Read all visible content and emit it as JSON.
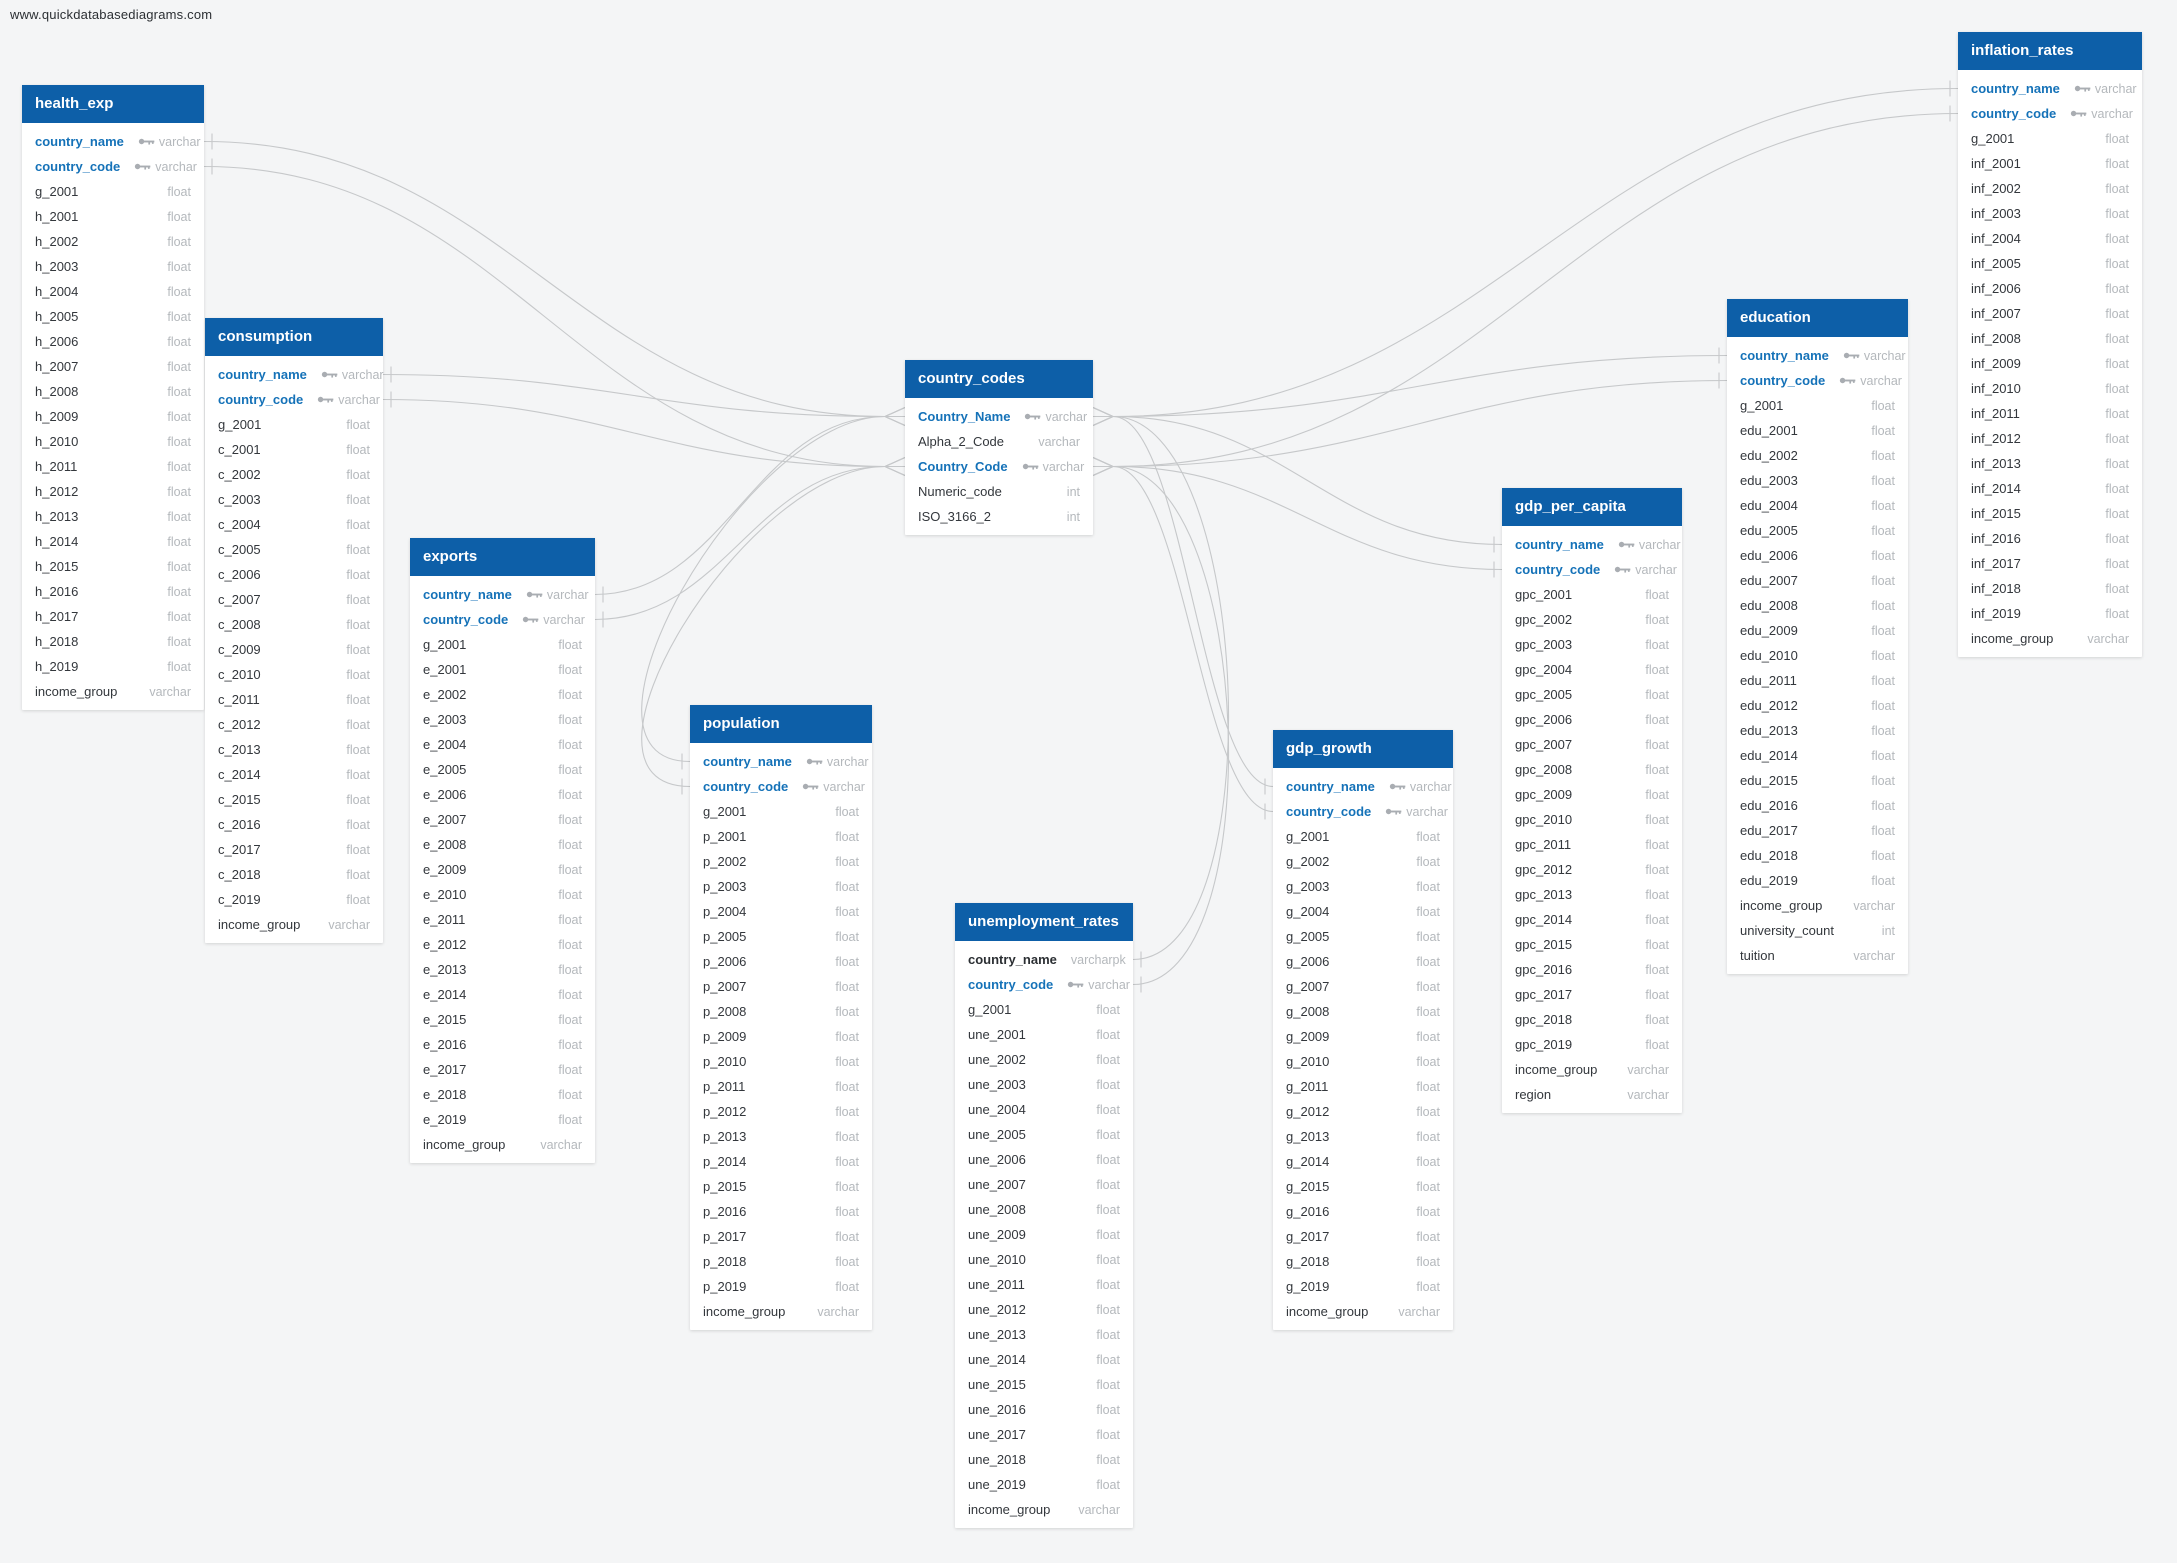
{
  "watermark": "www.quickdatabasediagrams.com",
  "colors": {
    "background": "#f4f5f6",
    "table_header": "#0d5fa8",
    "key_field_text": "#1572b8",
    "field_text": "#33373c",
    "type_text": "#b4b8bc",
    "relationship_line": "#c6c8ca",
    "key_icon": "#a9adb2"
  },
  "tables": [
    {
      "id": "health_exp",
      "title": "health_exp",
      "fields": [
        {
          "name": "country_name",
          "type": "varchar",
          "key": true
        },
        {
          "name": "country_code",
          "type": "varchar",
          "key": true
        },
        {
          "name": "g_2001",
          "type": "float"
        },
        {
          "name": "h_2001",
          "type": "float"
        },
        {
          "name": "h_2002",
          "type": "float"
        },
        {
          "name": "h_2003",
          "type": "float"
        },
        {
          "name": "h_2004",
          "type": "float"
        },
        {
          "name": "h_2005",
          "type": "float"
        },
        {
          "name": "h_2006",
          "type": "float"
        },
        {
          "name": "h_2007",
          "type": "float"
        },
        {
          "name": "h_2008",
          "type": "float"
        },
        {
          "name": "h_2009",
          "type": "float"
        },
        {
          "name": "h_2010",
          "type": "float"
        },
        {
          "name": "h_2011",
          "type": "float"
        },
        {
          "name": "h_2012",
          "type": "float"
        },
        {
          "name": "h_2013",
          "type": "float"
        },
        {
          "name": "h_2014",
          "type": "float"
        },
        {
          "name": "h_2015",
          "type": "float"
        },
        {
          "name": "h_2016",
          "type": "float"
        },
        {
          "name": "h_2017",
          "type": "float"
        },
        {
          "name": "h_2018",
          "type": "float"
        },
        {
          "name": "h_2019",
          "type": "float"
        },
        {
          "name": "income_group",
          "type": "varchar"
        }
      ]
    },
    {
      "id": "consumption",
      "title": "consumption",
      "fields": [
        {
          "name": "country_name",
          "type": "varchar",
          "key": true
        },
        {
          "name": "country_code",
          "type": "varchar",
          "key": true
        },
        {
          "name": "g_2001",
          "type": "float"
        },
        {
          "name": "c_2001",
          "type": "float"
        },
        {
          "name": "c_2002",
          "type": "float"
        },
        {
          "name": "c_2003",
          "type": "float"
        },
        {
          "name": "c_2004",
          "type": "float"
        },
        {
          "name": "c_2005",
          "type": "float"
        },
        {
          "name": "c_2006",
          "type": "float"
        },
        {
          "name": "c_2007",
          "type": "float"
        },
        {
          "name": "c_2008",
          "type": "float"
        },
        {
          "name": "c_2009",
          "type": "float"
        },
        {
          "name": "c_2010",
          "type": "float"
        },
        {
          "name": "c_2011",
          "type": "float"
        },
        {
          "name": "c_2012",
          "type": "float"
        },
        {
          "name": "c_2013",
          "type": "float"
        },
        {
          "name": "c_2014",
          "type": "float"
        },
        {
          "name": "c_2015",
          "type": "float"
        },
        {
          "name": "c_2016",
          "type": "float"
        },
        {
          "name": "c_2017",
          "type": "float"
        },
        {
          "name": "c_2018",
          "type": "float"
        },
        {
          "name": "c_2019",
          "type": "float"
        },
        {
          "name": "income_group",
          "type": "varchar"
        }
      ]
    },
    {
      "id": "exports",
      "title": "exports",
      "fields": [
        {
          "name": "country_name",
          "type": "varchar",
          "key": true
        },
        {
          "name": "country_code",
          "type": "varchar",
          "key": true
        },
        {
          "name": "g_2001",
          "type": "float"
        },
        {
          "name": "e_2001",
          "type": "float"
        },
        {
          "name": "e_2002",
          "type": "float"
        },
        {
          "name": "e_2003",
          "type": "float"
        },
        {
          "name": "e_2004",
          "type": "float"
        },
        {
          "name": "e_2005",
          "type": "float"
        },
        {
          "name": "e_2006",
          "type": "float"
        },
        {
          "name": "e_2007",
          "type": "float"
        },
        {
          "name": "e_2008",
          "type": "float"
        },
        {
          "name": "e_2009",
          "type": "float"
        },
        {
          "name": "e_2010",
          "type": "float"
        },
        {
          "name": "e_2011",
          "type": "float"
        },
        {
          "name": "e_2012",
          "type": "float"
        },
        {
          "name": "e_2013",
          "type": "float"
        },
        {
          "name": "e_2014",
          "type": "float"
        },
        {
          "name": "e_2015",
          "type": "float"
        },
        {
          "name": "e_2016",
          "type": "float"
        },
        {
          "name": "e_2017",
          "type": "float"
        },
        {
          "name": "e_2018",
          "type": "float"
        },
        {
          "name": "e_2019",
          "type": "float"
        },
        {
          "name": "income_group",
          "type": "varchar"
        }
      ]
    },
    {
      "id": "population",
      "title": "population",
      "fields": [
        {
          "name": "country_name",
          "type": "varchar",
          "key": true
        },
        {
          "name": "country_code",
          "type": "varchar",
          "key": true
        },
        {
          "name": "g_2001",
          "type": "float"
        },
        {
          "name": "p_2001",
          "type": "float"
        },
        {
          "name": "p_2002",
          "type": "float"
        },
        {
          "name": "p_2003",
          "type": "float"
        },
        {
          "name": "p_2004",
          "type": "float"
        },
        {
          "name": "p_2005",
          "type": "float"
        },
        {
          "name": "p_2006",
          "type": "float"
        },
        {
          "name": "p_2007",
          "type": "float"
        },
        {
          "name": "p_2008",
          "type": "float"
        },
        {
          "name": "p_2009",
          "type": "float"
        },
        {
          "name": "p_2010",
          "type": "float"
        },
        {
          "name": "p_2011",
          "type": "float"
        },
        {
          "name": "p_2012",
          "type": "float"
        },
        {
          "name": "p_2013",
          "type": "float"
        },
        {
          "name": "p_2014",
          "type": "float"
        },
        {
          "name": "p_2015",
          "type": "float"
        },
        {
          "name": "p_2016",
          "type": "float"
        },
        {
          "name": "p_2017",
          "type": "float"
        },
        {
          "name": "p_2018",
          "type": "float"
        },
        {
          "name": "p_2019",
          "type": "float"
        },
        {
          "name": "income_group",
          "type": "varchar"
        }
      ]
    },
    {
      "id": "country_codes",
      "title": "country_codes",
      "fields": [
        {
          "name": "Country_Name",
          "type": "varchar",
          "key": true
        },
        {
          "name": "Alpha_2_Code",
          "type": "varchar"
        },
        {
          "name": "Country_Code",
          "type": "varchar",
          "key": true
        },
        {
          "name": "Numeric_code",
          "type": "int"
        },
        {
          "name": "ISO_3166_2",
          "type": "int"
        }
      ]
    },
    {
      "id": "unemployment_rates",
      "title": "unemployment_rates",
      "fields": [
        {
          "name": "country_name",
          "type": "varcharpk",
          "bold": true
        },
        {
          "name": "country_code",
          "type": "varchar",
          "key": true
        },
        {
          "name": "g_2001",
          "type": "float"
        },
        {
          "name": "une_2001",
          "type": "float"
        },
        {
          "name": "une_2002",
          "type": "float"
        },
        {
          "name": "une_2003",
          "type": "float"
        },
        {
          "name": "une_2004",
          "type": "float"
        },
        {
          "name": "une_2005",
          "type": "float"
        },
        {
          "name": "une_2006",
          "type": "float"
        },
        {
          "name": "une_2007",
          "type": "float"
        },
        {
          "name": "une_2008",
          "type": "float"
        },
        {
          "name": "une_2009",
          "type": "float"
        },
        {
          "name": "une_2010",
          "type": "float"
        },
        {
          "name": "une_2011",
          "type": "float"
        },
        {
          "name": "une_2012",
          "type": "float"
        },
        {
          "name": "une_2013",
          "type": "float"
        },
        {
          "name": "une_2014",
          "type": "float"
        },
        {
          "name": "une_2015",
          "type": "float"
        },
        {
          "name": "une_2016",
          "type": "float"
        },
        {
          "name": "une_2017",
          "type": "float"
        },
        {
          "name": "une_2018",
          "type": "float"
        },
        {
          "name": "une_2019",
          "type": "float"
        },
        {
          "name": "income_group",
          "type": "varchar"
        }
      ]
    },
    {
      "id": "gdp_growth",
      "title": "gdp_growth",
      "fields": [
        {
          "name": "country_name",
          "type": "varchar",
          "key": true
        },
        {
          "name": "country_code",
          "type": "varchar",
          "key": true
        },
        {
          "name": "g_2001",
          "type": "float"
        },
        {
          "name": "g_2002",
          "type": "float"
        },
        {
          "name": "g_2003",
          "type": "float"
        },
        {
          "name": "g_2004",
          "type": "float"
        },
        {
          "name": "g_2005",
          "type": "float"
        },
        {
          "name": "g_2006",
          "type": "float"
        },
        {
          "name": "g_2007",
          "type": "float"
        },
        {
          "name": "g_2008",
          "type": "float"
        },
        {
          "name": "g_2009",
          "type": "float"
        },
        {
          "name": "g_2010",
          "type": "float"
        },
        {
          "name": "g_2011",
          "type": "float"
        },
        {
          "name": "g_2012",
          "type": "float"
        },
        {
          "name": "g_2013",
          "type": "float"
        },
        {
          "name": "g_2014",
          "type": "float"
        },
        {
          "name": "g_2015",
          "type": "float"
        },
        {
          "name": "g_2016",
          "type": "float"
        },
        {
          "name": "g_2017",
          "type": "float"
        },
        {
          "name": "g_2018",
          "type": "float"
        },
        {
          "name": "g_2019",
          "type": "float"
        },
        {
          "name": "income_group",
          "type": "varchar"
        }
      ]
    },
    {
      "id": "gdp_per_capita",
      "title": "gdp_per_capita",
      "fields": [
        {
          "name": "country_name",
          "type": "varchar",
          "key": true
        },
        {
          "name": "country_code",
          "type": "varchar",
          "key": true
        },
        {
          "name": "gpc_2001",
          "type": "float"
        },
        {
          "name": "gpc_2002",
          "type": "float"
        },
        {
          "name": "gpc_2003",
          "type": "float"
        },
        {
          "name": "gpc_2004",
          "type": "float"
        },
        {
          "name": "gpc_2005",
          "type": "float"
        },
        {
          "name": "gpc_2006",
          "type": "float"
        },
        {
          "name": "gpc_2007",
          "type": "float"
        },
        {
          "name": "gpc_2008",
          "type": "float"
        },
        {
          "name": "gpc_2009",
          "type": "float"
        },
        {
          "name": "gpc_2010",
          "type": "float"
        },
        {
          "name": "gpc_2011",
          "type": "float"
        },
        {
          "name": "gpc_2012",
          "type": "float"
        },
        {
          "name": "gpc_2013",
          "type": "float"
        },
        {
          "name": "gpc_2014",
          "type": "float"
        },
        {
          "name": "gpc_2015",
          "type": "float"
        },
        {
          "name": "gpc_2016",
          "type": "float"
        },
        {
          "name": "gpc_2017",
          "type": "float"
        },
        {
          "name": "gpc_2018",
          "type": "float"
        },
        {
          "name": "gpc_2019",
          "type": "float"
        },
        {
          "name": "income_group",
          "type": "varchar"
        },
        {
          "name": "region",
          "type": "varchar"
        }
      ]
    },
    {
      "id": "education",
      "title": "education",
      "fields": [
        {
          "name": "country_name",
          "type": "varchar",
          "key": true
        },
        {
          "name": "country_code",
          "type": "varchar",
          "key": true
        },
        {
          "name": "g_2001",
          "type": "float"
        },
        {
          "name": "edu_2001",
          "type": "float"
        },
        {
          "name": "edu_2002",
          "type": "float"
        },
        {
          "name": "edu_2003",
          "type": "float"
        },
        {
          "name": "edu_2004",
          "type": "float"
        },
        {
          "name": "edu_2005",
          "type": "float"
        },
        {
          "name": "edu_2006",
          "type": "float"
        },
        {
          "name": "edu_2007",
          "type": "float"
        },
        {
          "name": "edu_2008",
          "type": "float"
        },
        {
          "name": "edu_2009",
          "type": "float"
        },
        {
          "name": "edu_2010",
          "type": "float"
        },
        {
          "name": "edu_2011",
          "type": "float"
        },
        {
          "name": "edu_2012",
          "type": "float"
        },
        {
          "name": "edu_2013",
          "type": "float"
        },
        {
          "name": "edu_2014",
          "type": "float"
        },
        {
          "name": "edu_2015",
          "type": "float"
        },
        {
          "name": "edu_2016",
          "type": "float"
        },
        {
          "name": "edu_2017",
          "type": "float"
        },
        {
          "name": "edu_2018",
          "type": "float"
        },
        {
          "name": "edu_2019",
          "type": "float"
        },
        {
          "name": "income_group",
          "type": "varchar"
        },
        {
          "name": "university_count",
          "type": "int"
        },
        {
          "name": "tuition",
          "type": "varchar"
        }
      ]
    },
    {
      "id": "inflation_rates",
      "title": "inflation_rates",
      "fields": [
        {
          "name": "country_name",
          "type": "varchar",
          "key": true
        },
        {
          "name": "country_code",
          "type": "varchar",
          "key": true
        },
        {
          "name": "g_2001",
          "type": "float"
        },
        {
          "name": "inf_2001",
          "type": "float"
        },
        {
          "name": "inf_2002",
          "type": "float"
        },
        {
          "name": "inf_2003",
          "type": "float"
        },
        {
          "name": "inf_2004",
          "type": "float"
        },
        {
          "name": "inf_2005",
          "type": "float"
        },
        {
          "name": "inf_2006",
          "type": "float"
        },
        {
          "name": "inf_2007",
          "type": "float"
        },
        {
          "name": "inf_2008",
          "type": "float"
        },
        {
          "name": "inf_2009",
          "type": "float"
        },
        {
          "name": "inf_2010",
          "type": "float"
        },
        {
          "name": "inf_2011",
          "type": "float"
        },
        {
          "name": "inf_2012",
          "type": "float"
        },
        {
          "name": "inf_2013",
          "type": "float"
        },
        {
          "name": "inf_2014",
          "type": "float"
        },
        {
          "name": "inf_2015",
          "type": "float"
        },
        {
          "name": "inf_2016",
          "type": "float"
        },
        {
          "name": "inf_2017",
          "type": "float"
        },
        {
          "name": "inf_2018",
          "type": "float"
        },
        {
          "name": "inf_2019",
          "type": "float"
        },
        {
          "name": "income_group",
          "type": "varchar"
        }
      ]
    }
  ],
  "relationships": [
    {
      "from": "health_exp.country_name",
      "to": "country_codes.Country_Name"
    },
    {
      "from": "health_exp.country_code",
      "to": "country_codes.Country_Code"
    },
    {
      "from": "consumption.country_name",
      "to": "country_codes.Country_Name"
    },
    {
      "from": "consumption.country_code",
      "to": "country_codes.Country_Code"
    },
    {
      "from": "exports.country_name",
      "to": "country_codes.Country_Name"
    },
    {
      "from": "exports.country_code",
      "to": "country_codes.Country_Code"
    },
    {
      "from": "population.country_name",
      "to": "country_codes.Country_Name"
    },
    {
      "from": "population.country_code",
      "to": "country_codes.Country_Code"
    },
    {
      "from": "unemployment_rates.country_name",
      "to": "country_codes.Country_Name"
    },
    {
      "from": "unemployment_rates.country_code",
      "to": "country_codes.Country_Code"
    },
    {
      "from": "gdp_growth.country_name",
      "to": "country_codes.Country_Name"
    },
    {
      "from": "gdp_growth.country_code",
      "to": "country_codes.Country_Code"
    },
    {
      "from": "gdp_per_capita.country_name",
      "to": "country_codes.Country_Name"
    },
    {
      "from": "gdp_per_capita.country_code",
      "to": "country_codes.Country_Code"
    },
    {
      "from": "education.country_name",
      "to": "country_codes.Country_Name"
    },
    {
      "from": "education.country_code",
      "to": "country_codes.Country_Code"
    },
    {
      "from": "inflation_rates.country_name",
      "to": "country_codes.Country_Name"
    },
    {
      "from": "inflation_rates.country_code",
      "to": "country_codes.Country_Code"
    }
  ]
}
